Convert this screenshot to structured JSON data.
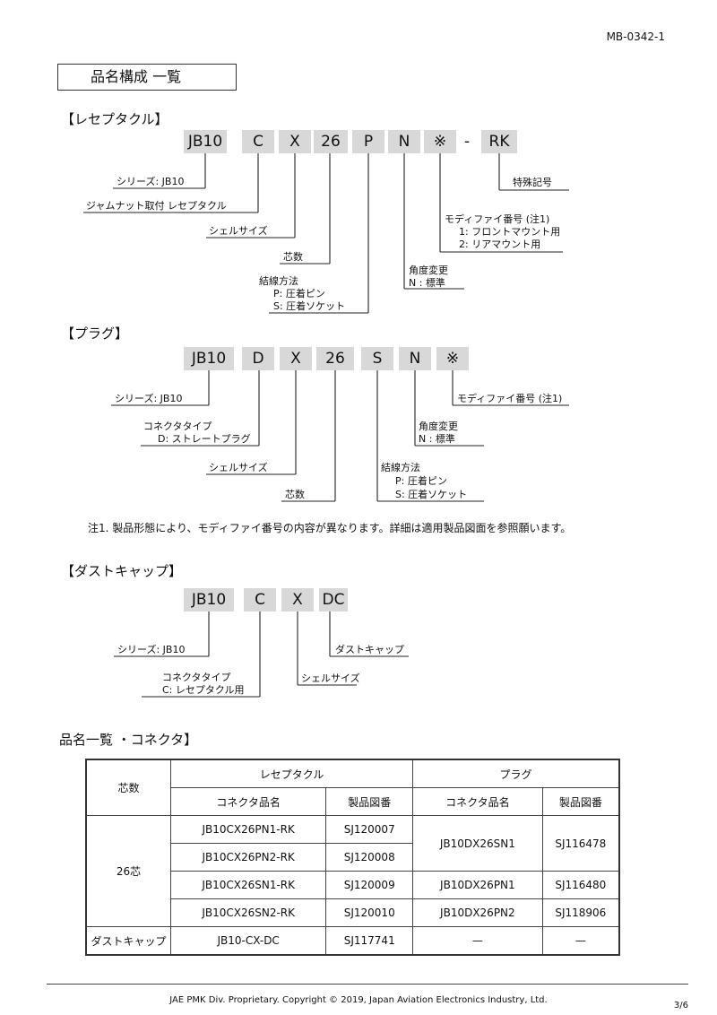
{
  "doc_number": "MB-0342-1",
  "title": "品名構成 一覧",
  "receptacle": {
    "heading": "【レセプタクル】",
    "codes": [
      "JB10",
      "C",
      "X",
      "26",
      "P",
      "N",
      "※",
      "-",
      "RK"
    ],
    "labels": {
      "series": "シリーズ: JB10",
      "jam": "ジャムナット取付 レセプタクル",
      "shell": "シェルサイズ",
      "cores": "芯数",
      "term_title": "結線方法",
      "term_p": "P: 圧着ピン",
      "term_s": "S: 圧着ソケット",
      "angle_title": "角度変更",
      "angle_n": "N : 標準",
      "mod_title": "モディファイ番号 (注1)",
      "mod_1": "1: フロントマウント用",
      "mod_2": "2: リアマウント用",
      "special": "特殊記号"
    }
  },
  "plug": {
    "heading": "【プラグ】",
    "codes": [
      "JB10",
      "D",
      "X",
      "26",
      "S",
      "N",
      "※"
    ],
    "labels": {
      "series": "シリーズ: JB10",
      "type_title": "コネクタタイプ",
      "type_d": "D: ストレートプラグ",
      "shell": "シェルサイズ",
      "cores": "芯数",
      "term_title": "結線方法",
      "term_p": "P: 圧着ピン",
      "term_s": "S: 圧着ソケット",
      "angle_title": "角度変更",
      "angle_n": "N : 標準",
      "mod": "モディファイ番号 (注1)"
    }
  },
  "note": "注1. 製品形態により、モディファイ番号の内容が異なります。詳細は適用製品図面を参照願います。",
  "dustcap": {
    "heading": "【ダストキャップ】",
    "codes": [
      "JB10",
      "C",
      "X",
      "DC"
    ],
    "labels": {
      "series": "シリーズ: JB10",
      "type_title": "コネクタタイプ",
      "type_c": "C: レセプタクル用",
      "shell": "シェルサイズ",
      "dustcap": "ダストキャップ"
    }
  },
  "list_heading": "品名一覧 ・コネクタ】",
  "table": {
    "col_cores": "芯数",
    "col_receptacle": "レセプタクル",
    "col_plug": "プラグ",
    "col_part_name": "コネクタ品名",
    "col_drawing": "製品図番",
    "group_26": "26芯",
    "rows": [
      {
        "r_name": "JB10CX26PN1-RK",
        "r_dwg": "SJ120007"
      },
      {
        "r_name": "JB10CX26PN2-RK",
        "r_dwg": "SJ120008"
      },
      {
        "r_name": "JB10CX26SN1-RK",
        "r_dwg": "SJ120009"
      },
      {
        "r_name": "JB10CX26SN2-RK",
        "r_dwg": "SJ120010"
      }
    ],
    "plugs": [
      {
        "p_name": "JB10DX26SN1",
        "p_dwg": "SJ116478"
      },
      {
        "p_name": "JB10DX26PN1",
        "p_dwg": "SJ116480"
      },
      {
        "p_name": "JB10DX26PN2",
        "p_dwg": "SJ118906"
      }
    ],
    "dust_row": {
      "label": "ダストキャップ",
      "name": "JB10-CX-DC",
      "dwg": "SJ117741",
      "p_name": "—",
      "p_dwg": "—"
    }
  },
  "footer": "JAE PMK Div. Proprietary. Copyright ©  2019, Japan Aviation Electronics Industry, Ltd.",
  "page_number": "3/6"
}
